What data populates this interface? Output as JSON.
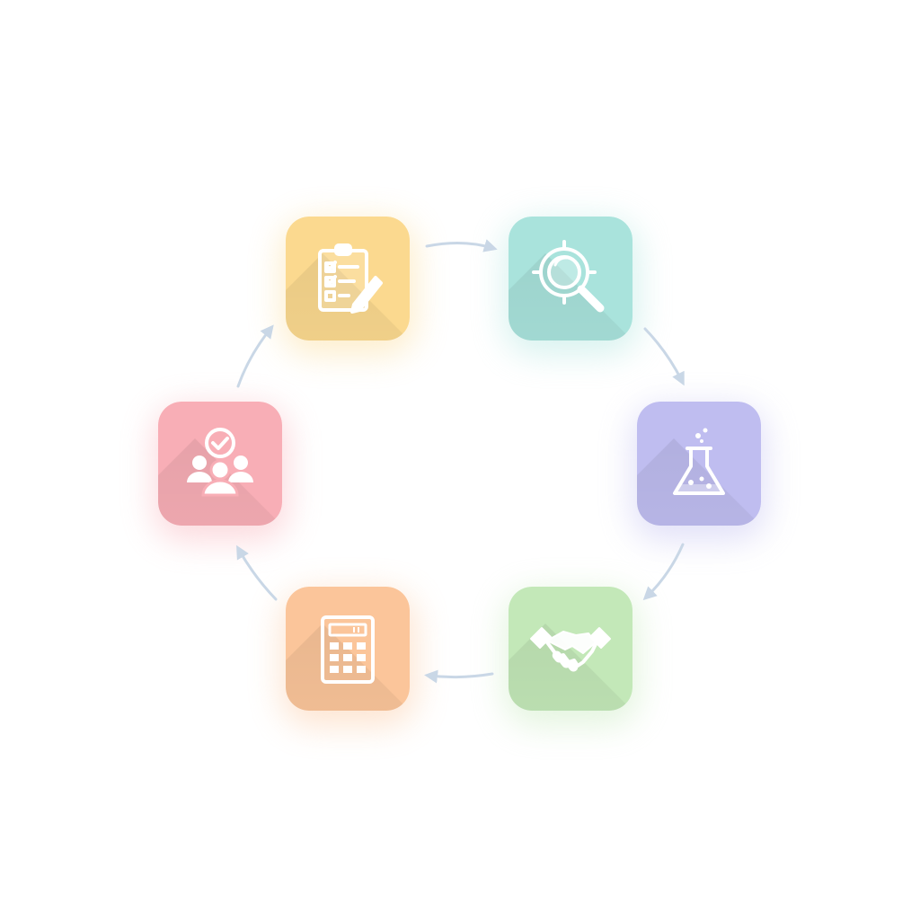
{
  "diagram": {
    "arrow_color": "#c9d7e6",
    "steps": [
      {
        "id": "plan",
        "icon": "clipboard-checklist-icon",
        "color": "#fbd98f"
      },
      {
        "id": "research",
        "icon": "magnifier-target-icon",
        "color": "#a9e3dc"
      },
      {
        "id": "experiment",
        "icon": "flask-icon",
        "color": "#bfbdf0"
      },
      {
        "id": "agreement",
        "icon": "handshake-icon",
        "color": "#c3e8b8"
      },
      {
        "id": "calculate",
        "icon": "calculator-icon",
        "color": "#fbc59a"
      },
      {
        "id": "team-approval",
        "icon": "team-check-icon",
        "color": "#f8aeb6"
      }
    ]
  }
}
